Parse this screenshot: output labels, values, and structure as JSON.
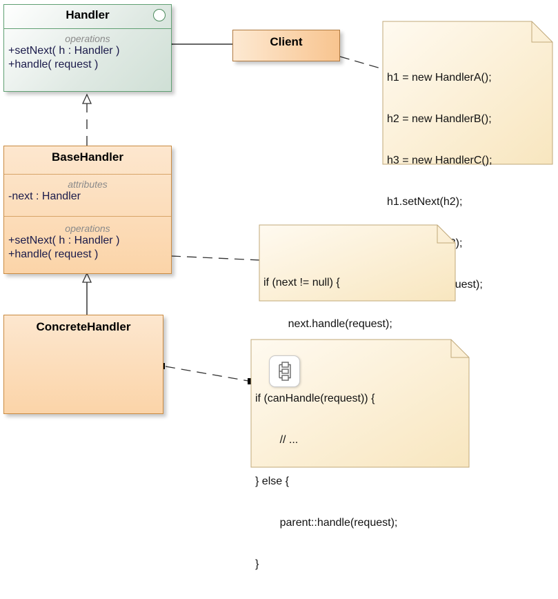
{
  "classes": {
    "handler": {
      "title": "Handler",
      "operations_caption": "operations",
      "operations": [
        "+setNext( h : Handler )",
        "+handle( request )"
      ]
    },
    "client": {
      "title": "Client"
    },
    "base_handler": {
      "title": "BaseHandler",
      "attributes_caption": "attributes",
      "attributes": [
        "-next : Handler"
      ],
      "operations_caption": "operations",
      "operations": [
        "+setNext( h : Handler )",
        "+handle( request )"
      ]
    },
    "concrete_handler": {
      "title": "ConcreteHandler"
    }
  },
  "notes": {
    "client_note": [
      "h1 = new HandlerA();",
      "h2 = new HandlerB();",
      "h3 = new HandlerC();",
      "h1.setNext(h2);",
      "h2.setNext(h3);",
      "h1.handle(request);"
    ],
    "base_handler_note": [
      "if (next != null) {",
      "        next.handle(request);",
      "}"
    ],
    "concrete_handler_note": [
      "if (canHandle(request)) {",
      "        // ...",
      "} else {",
      "        parent::handle(request);",
      "}"
    ]
  },
  "icons": {
    "interface": "circle-icon",
    "component": "component-icon"
  },
  "colors": {
    "interface_border": "#5f9f72",
    "class_border": "#c98a40",
    "note_border": "#c0a878",
    "connector": "#333333"
  }
}
